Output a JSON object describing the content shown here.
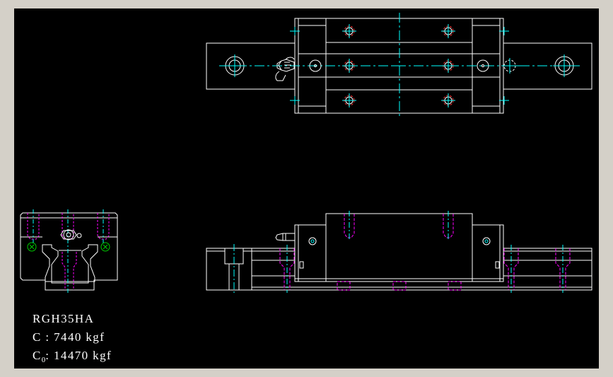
{
  "spec": {
    "model": "RGH35HA",
    "c_label": "C : 7440 kgf",
    "c0_main": "C",
    "c0_sub": "0",
    "c0_value": ": 14470 kgf"
  },
  "colors": {
    "background": "#000000",
    "frame": "#d4d0c8",
    "outline": "#ffffff",
    "centerline": "#00ffff",
    "hidden": "#ff00ff",
    "hole_red": "#ff3030",
    "green": "#00cc00"
  }
}
